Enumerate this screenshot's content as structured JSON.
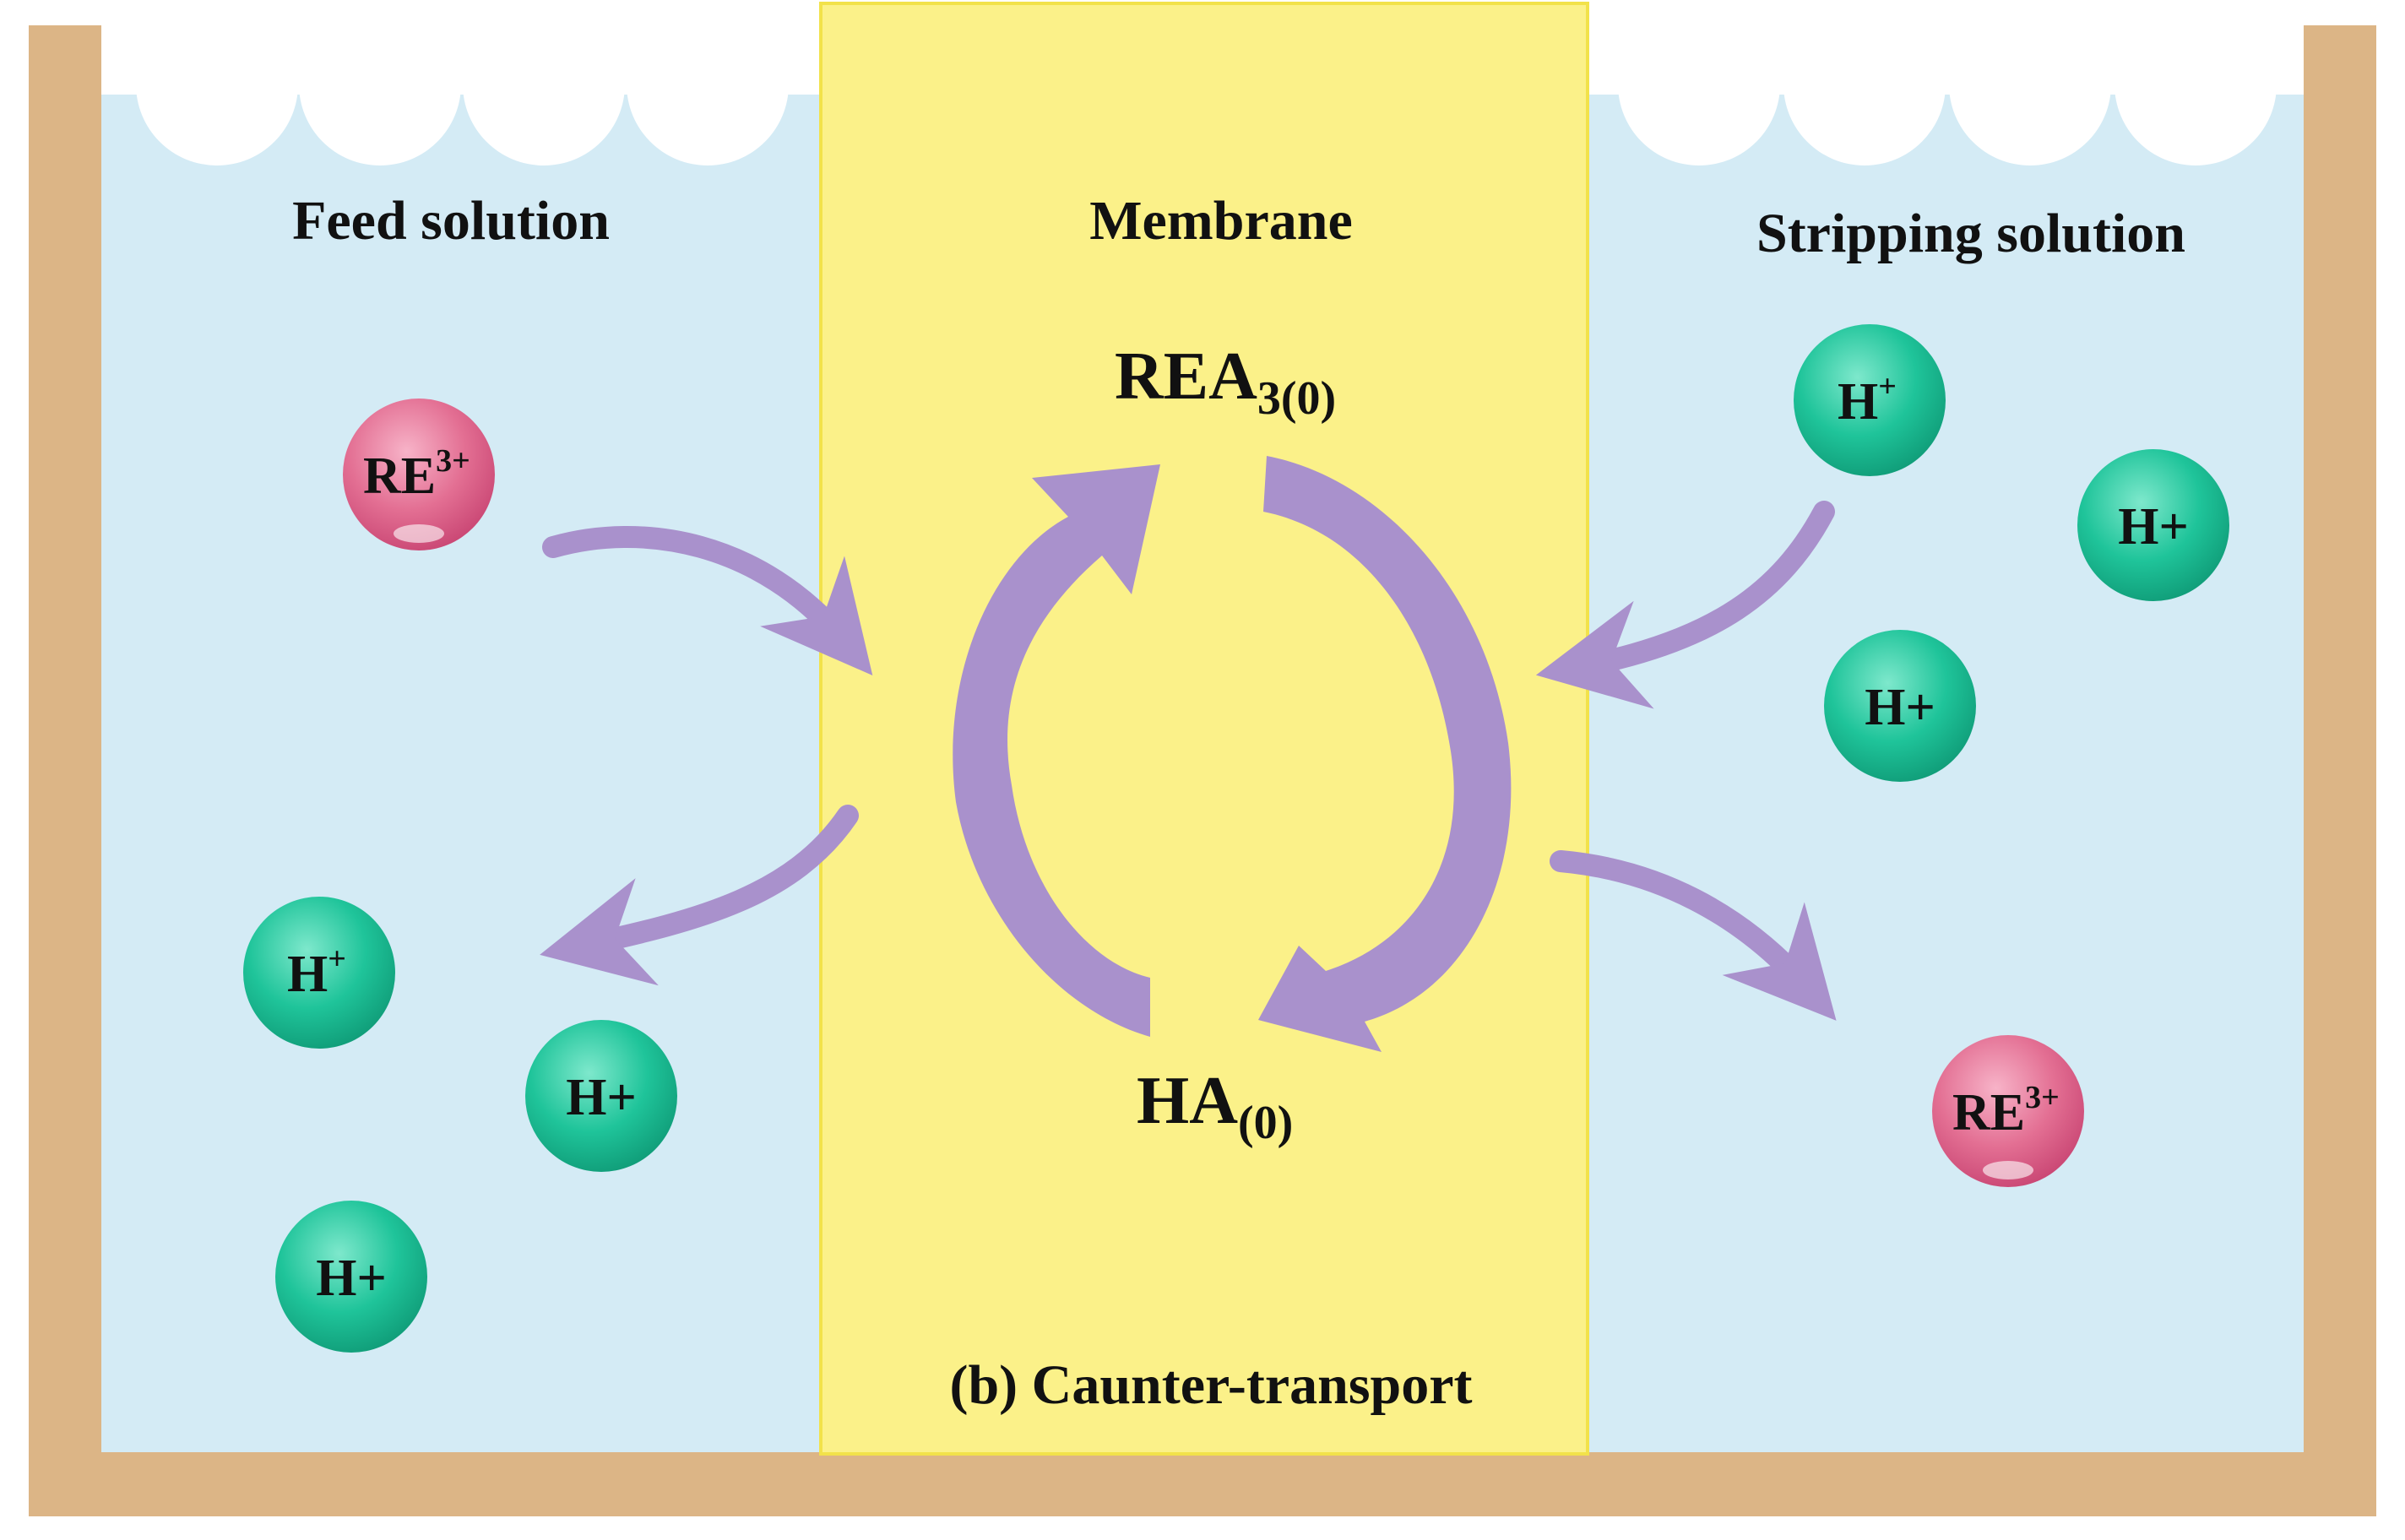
{
  "labels": {
    "feed": "Feed solution",
    "membrane": "Membrane",
    "stripping": "Stripping solution",
    "rea_main": "REA",
    "rea_sub": "3(0)",
    "ha_main": "HA",
    "ha_sub": "(0)",
    "caption": "(b) Caunter-transport"
  },
  "ions": {
    "re_main": "RE",
    "re_sup": "3+",
    "h_main": "H",
    "h_sup": "+",
    "h_plus": "H+"
  },
  "colors": {
    "tank_wall": "#dcb586",
    "solution": "#d4ebf5",
    "membrane": "#fbf189",
    "membrane_border": "#f2e24a",
    "arrow": "#a991cc",
    "re_ion": "#e57396",
    "h_ion": "#1bbf95"
  }
}
